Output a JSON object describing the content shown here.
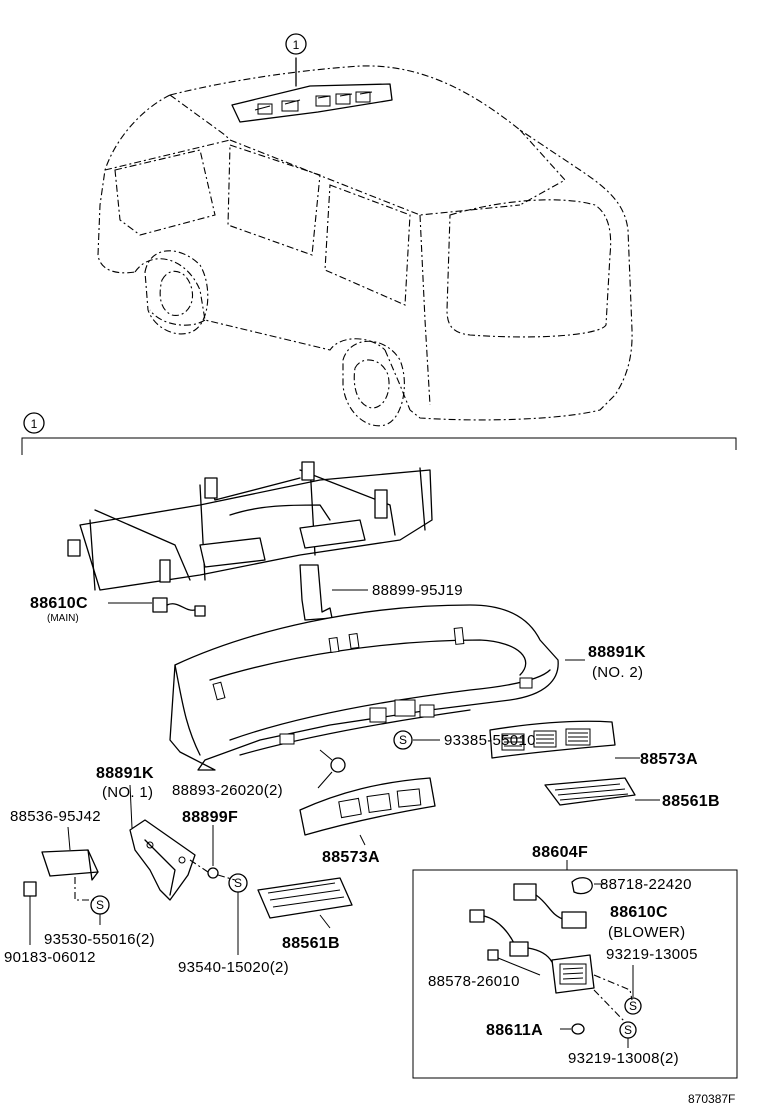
{
  "callout": "1",
  "section_marker": "1",
  "parts": {
    "p88610C_main": {
      "number": "88610C",
      "note": "(MAIN)"
    },
    "p88899_95J19": {
      "number": "88899-95J19"
    },
    "p88891K_no2": {
      "number": "88891K",
      "note": "(NO. 2)"
    },
    "p93385_55010": {
      "number": "93385-55010"
    },
    "p88573A_right": {
      "number": "88573A"
    },
    "p88561B_right": {
      "number": "88561B"
    },
    "p88891K_no1": {
      "number": "88891K",
      "note": "(NO. 1)"
    },
    "p88893_26020": {
      "number": "88893-26020(2)"
    },
    "p88536_95J42": {
      "number": "88536-95J42"
    },
    "p88899F": {
      "number": "88899F"
    },
    "p88573A_left": {
      "number": "88573A"
    },
    "p93530_55016": {
      "number": "93530-55016(2)"
    },
    "p90183_06012": {
      "number": "90183-06012"
    },
    "p93540_15020": {
      "number": "93540-15020(2)"
    },
    "p88561B_left": {
      "number": "88561B"
    },
    "p88604F": {
      "number": "88604F"
    },
    "p88718_22420": {
      "number": "88718-22420"
    },
    "p88610C_blower": {
      "number": "88610C",
      "note": "(BLOWER)"
    },
    "p93219_13005": {
      "number": "93219-13005"
    },
    "p88578_26010": {
      "number": "88578-26010"
    },
    "p88611A": {
      "number": "88611A"
    },
    "p93219_13008": {
      "number": "93219-13008(2)"
    }
  },
  "symbols": {
    "screw": "S"
  },
  "reference_code": "870387F"
}
